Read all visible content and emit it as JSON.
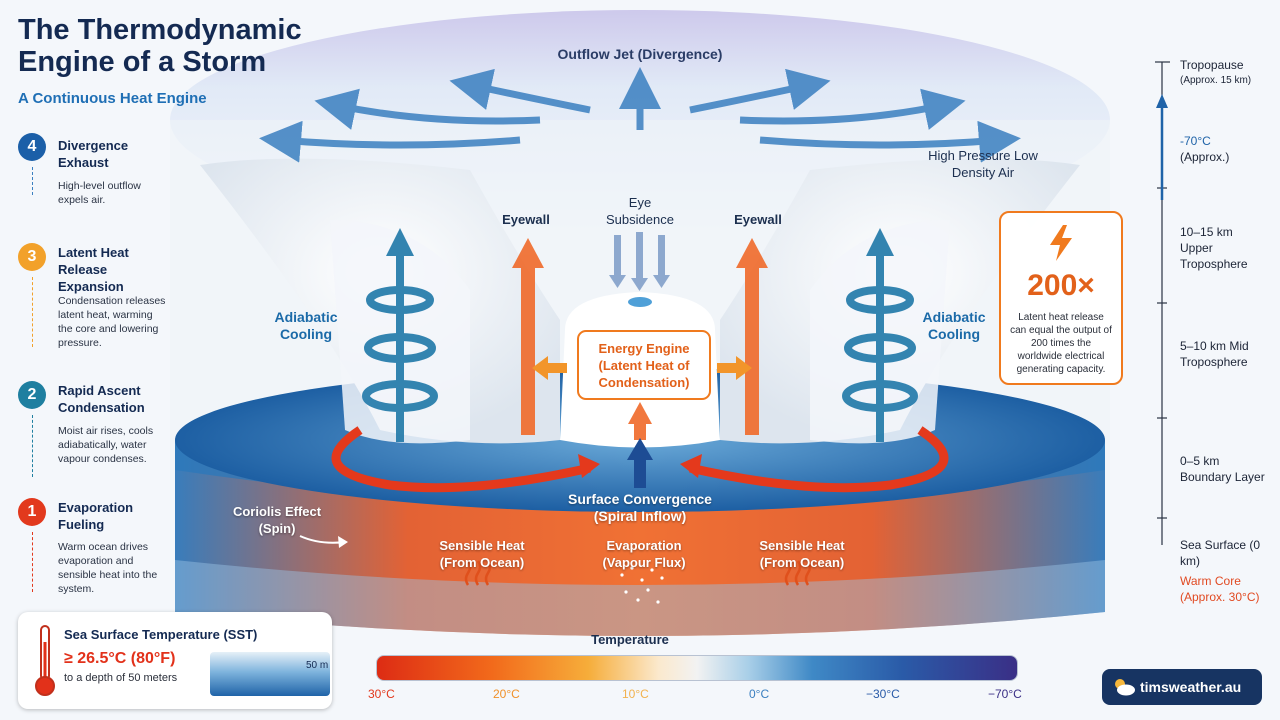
{
  "title": "The Thermodynamic Engine of a Storm",
  "subtitle": "A Continuous Heat Engine",
  "steps": [
    {
      "number": "4",
      "label": "Divergence Exhaust",
      "description": "High-level outflow expels air.",
      "color": "#1b5fa8"
    },
    {
      "number": "3",
      "label": "Latent Heat Release Expansion",
      "description": "Condensation releases latent heat, warming the core and lowering pressure.",
      "color": "#f2a12a"
    },
    {
      "number": "2",
      "label": "Rapid Ascent Condensation",
      "description": "Moist air rises, cools adiabatically, water vapour condenses.",
      "color": "#1e7fa0"
    },
    {
      "number": "1",
      "label": "Evaporation Fueling",
      "description": "Warm ocean drives evaporation and sensible heat into the system.",
      "color": "#e2391d"
    }
  ],
  "diagram": {
    "outflow": "Outflow Jet (Divergence)",
    "high_pressure": "High Pressure Low Density Air",
    "eye": "Eye Subsidence",
    "eyewall": "Eyewall",
    "adiabatic": "Adiabatic Cooling",
    "engine": "Energy Engine (Latent Heat of Condensation)",
    "convergence": "Surface Convergence (Spiral Inflow)",
    "coriolis": "Coriolis Effect (Spin)",
    "sensible": "Sensible Heat (From Ocean)",
    "evaporation": "Evaporation (Vapour Flux)"
  },
  "stat": {
    "value": "200×",
    "text": "Latent heat release can equal the output of 200 times the worldwide electrical generating capacity."
  },
  "altitude": {
    "tropopause": "Tropopause",
    "tropopause_note": "(Approx. 15 km)",
    "temp_top": "-70°C",
    "temp_top_note": "(Approx.)",
    "upper": "10–15 km Upper Troposphere",
    "mid": "5–10 km Mid Troposphere",
    "boundary": "0–5 km Boundary Layer",
    "surface": "Sea Surface (0 km)",
    "warm_core": "Warm Core (Approx. 30°C)"
  },
  "sst": {
    "title": "Sea Surface Temperature (SST)",
    "value": "≥ 26.5°C (80°F)",
    "depth_text": "to a depth of 50 meters",
    "depth_label": "50 m"
  },
  "temperature_scale": {
    "title": "Temperature",
    "ticks": [
      "30°C",
      "20°C",
      "10°C",
      "0°C",
      "−30°C",
      "−70°C"
    ],
    "tick_colors": [
      "#e2391d",
      "#f0912a",
      "#f2b24e",
      "#3a7fc0",
      "#2a5ba8",
      "#3a2f86"
    ]
  },
  "brand": "timsweather.au"
}
